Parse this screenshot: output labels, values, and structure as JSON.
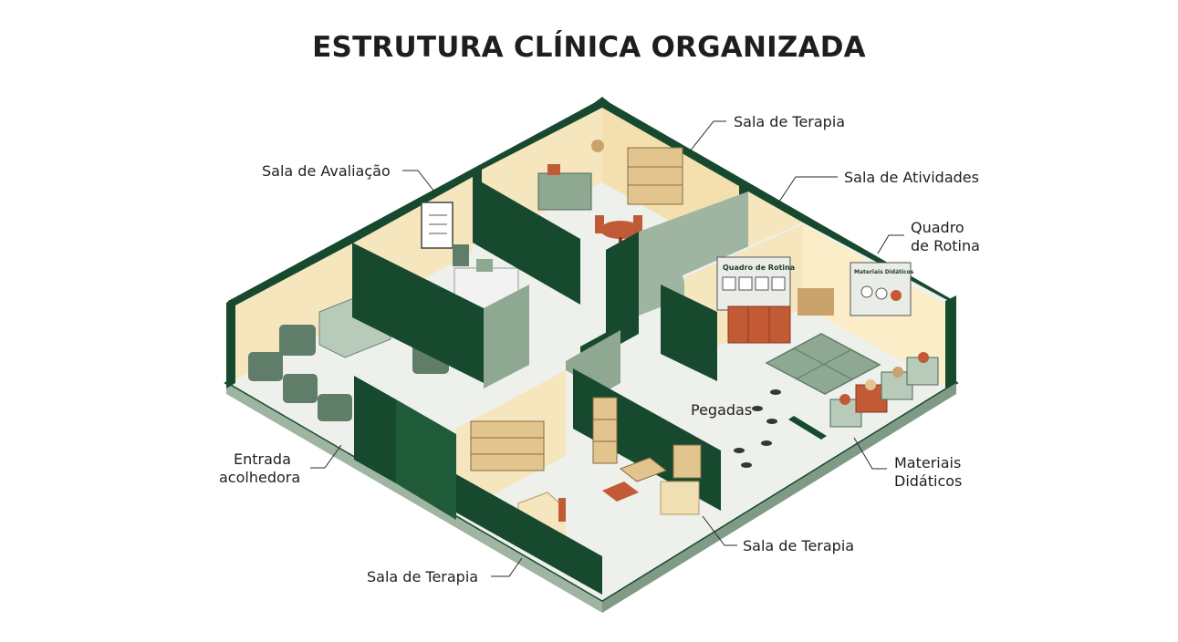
{
  "title": "ESTRUTURA CLÍNICA ORGANIZADA",
  "labels": {
    "sala_terapia_top": "Sala de Terapia",
    "sala_avaliacao": "Sala de Avaliação",
    "sala_atividades": "Sala de Atividades",
    "quadro_rotina_1": "Quadro",
    "quadro_rotina_2": "de Rotina",
    "pegadas": "Pegadas",
    "entrada_1": "Entrada",
    "entrada_2": "acolhedora",
    "materiais_1": "Materiais",
    "materiais_2": "Didáticos",
    "sala_terapia_right": "Sala de Terapia",
    "sala_terapia_bottom": "Sala de Terapia"
  },
  "signs": {
    "quadro": "Quadro de Rotina",
    "materiais": "Materiais Didáticos"
  },
  "colors": {
    "wall_dark": "#17492e",
    "wall_sage": "#9fb5a1",
    "wall_cream": "#f6e6bd",
    "floor": "#eef0ec",
    "furniture": "#c25a35",
    "wood": "#e2c48f"
  }
}
